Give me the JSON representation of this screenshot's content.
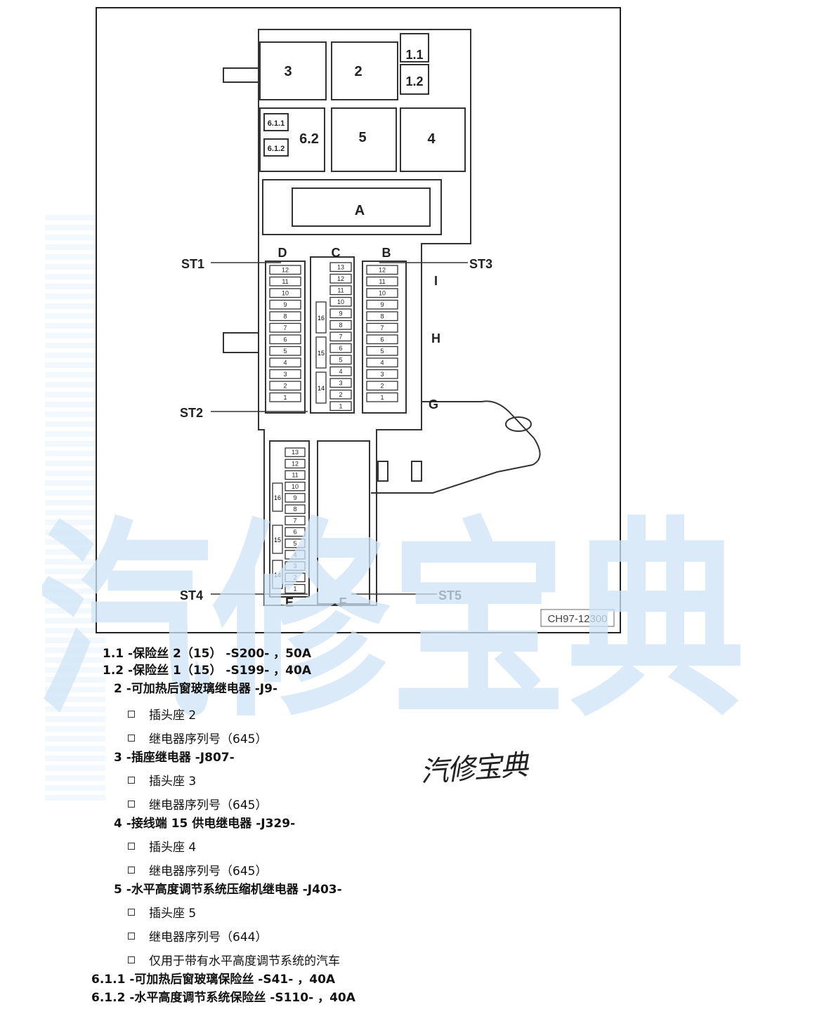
{
  "figure": {
    "code": "CH97-12300",
    "relays_top": [
      "3",
      "2"
    ],
    "relays_mid": [
      "6.2",
      "5",
      "4"
    ],
    "fuses_small_top": [
      "1.1",
      "1.2"
    ],
    "fuses_small_mid": [
      "6.1.1",
      "6.1.2"
    ],
    "connector_a": "A",
    "block_letters": {
      "d": "D",
      "c": "C",
      "b": "B",
      "e": "E",
      "f": "F"
    },
    "labels_left": {
      "st1": "ST1",
      "st2": "ST2",
      "st4": "ST4"
    },
    "labels_right": {
      "st3": "ST3",
      "st5": "ST5"
    },
    "side_letters": [
      "I",
      "H",
      "G"
    ],
    "fuse_numbers_12": [
      "12",
      "11",
      "10",
      "9",
      "8",
      "7",
      "6",
      "5",
      "4",
      "3",
      "2",
      "1"
    ],
    "fuse_numbers_13": [
      "13",
      "12",
      "11",
      "10",
      "9",
      "8",
      "7",
      "6",
      "5",
      "4",
      "3",
      "2",
      "1"
    ],
    "long_fuses": [
      "16",
      "15",
      "14"
    ]
  },
  "watermark": {
    "text": "汽修宝典"
  },
  "stamp": {
    "text": "汽修宝典"
  },
  "legend": [
    {
      "num": "1.1 -",
      "text": "保险丝 2（15） -S200- ，50A",
      "subs": []
    },
    {
      "num": "1.2 -",
      "text": "保险丝 1（15） -S199- ，40A",
      "subs": []
    },
    {
      "num": "2 -",
      "text": "可加热后窗玻璃继电器 -J9-",
      "subs": [
        "插头座 2",
        "继电器序列号（645）"
      ]
    },
    {
      "num": "3 -",
      "text": "插座继电器 -J807-",
      "subs": [
        "插头座 3",
        "继电器序列号（645）"
      ]
    },
    {
      "num": "4 -",
      "text": "接线端 15 供电继电器 -J329-",
      "subs": [
        "插头座 4",
        "继电器序列号（645）"
      ]
    },
    {
      "num": "5 -",
      "text": "水平高度调节系统压缩机继电器 -J403-",
      "subs": [
        "插头座 5",
        "继电器序列号（644）",
        "仅用于带有水平高度调节系统的汽车"
      ]
    },
    {
      "num": "6.1.1 -",
      "text": "可加热后窗玻璃保险丝 -S41- ，40A",
      "subs": []
    },
    {
      "num": "6.1.2 -",
      "text": "水平高度调节系统保险丝 -S110- ，40A",
      "subs": []
    }
  ]
}
